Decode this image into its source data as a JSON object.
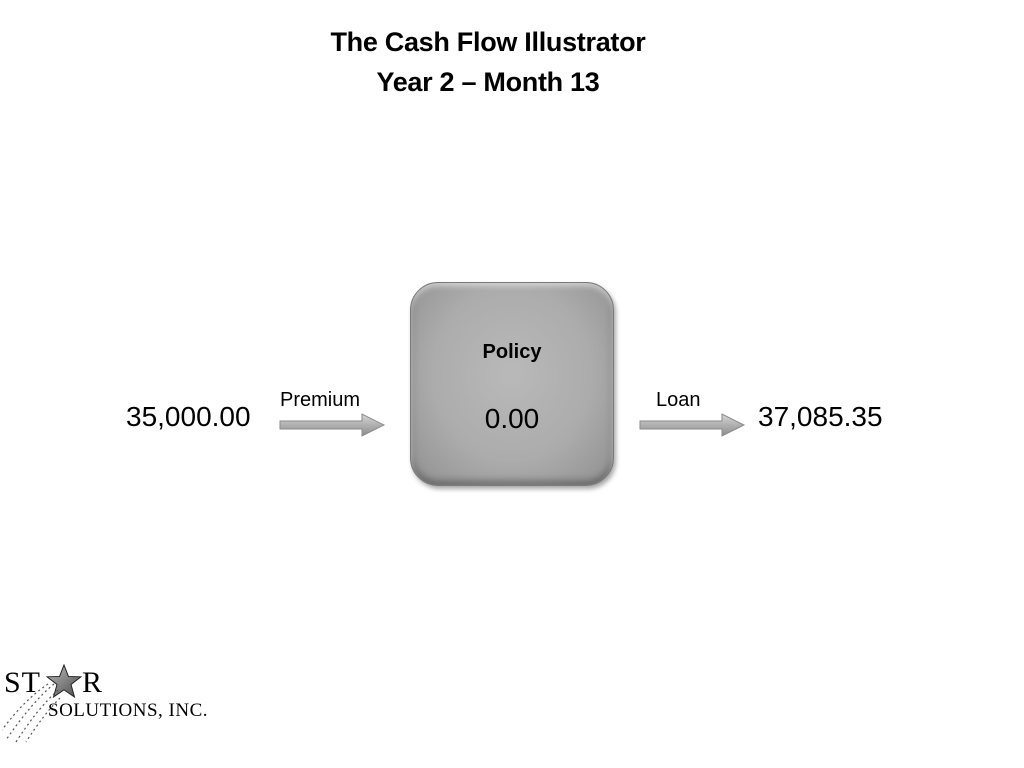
{
  "title": {
    "line1": "The Cash Flow Illustrator",
    "line2": "Year 2 – Month 13"
  },
  "policy": {
    "label": "Policy",
    "value": "0.00"
  },
  "premium": {
    "amount": "35,000.00",
    "label": "Premium"
  },
  "loan": {
    "label": "Loan",
    "amount": "37,085.35"
  },
  "logo": {
    "text_left": "ST",
    "text_right": "R",
    "subtitle": "SOLUTIONS, INC.",
    "icon": "star-icon"
  },
  "colors": {
    "box_fill": "#acacac",
    "arrow_fill": "#b3b3b3",
    "text": "#000000"
  }
}
